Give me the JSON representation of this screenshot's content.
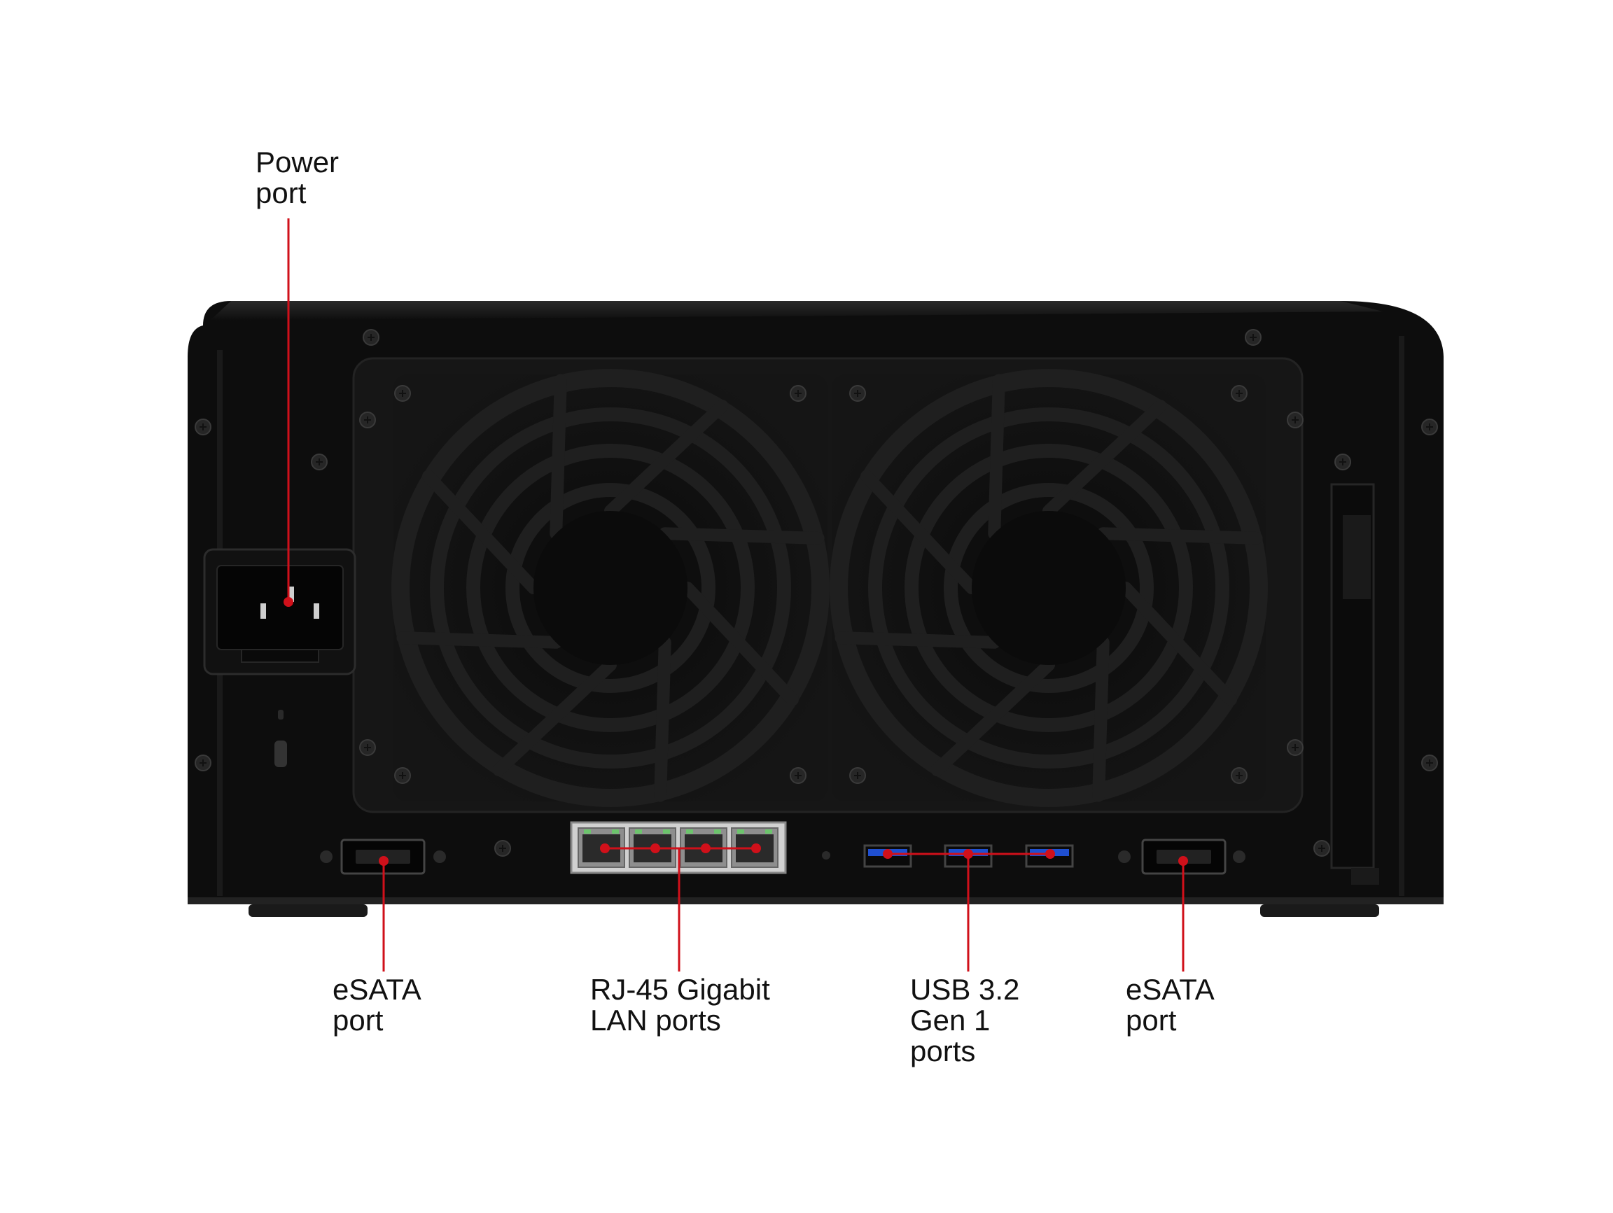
{
  "colors": {
    "callout": "#d0101a",
    "chassis": "#0d0d0d",
    "panel": "#151515",
    "fan_grille": "#1c1c1c",
    "port_metal": "#b8b8b8",
    "usb_blue": "#1f4fd1",
    "background": "#ffffff"
  },
  "callouts": {
    "power": {
      "line1": "Power",
      "line2": "port"
    },
    "esata_left": {
      "line1": "eSATA",
      "line2": "port"
    },
    "lan": {
      "line1": "RJ-45 Gigabit",
      "line2": "LAN ports"
    },
    "usb": {
      "line1": "USB 3.2",
      "line2": "Gen 1",
      "line3": "ports"
    },
    "esata_right": {
      "line1": "eSATA",
      "line2": "port"
    }
  },
  "components": {
    "power_inlet_icon": "ac-power-inlet",
    "fan_icon": "cooling-fan",
    "lan_port_icon": "rj45-port",
    "usb_port_icon": "usb-port",
    "esata_port_icon": "esata-port",
    "lock_icon": "kensington-lock-slot"
  }
}
